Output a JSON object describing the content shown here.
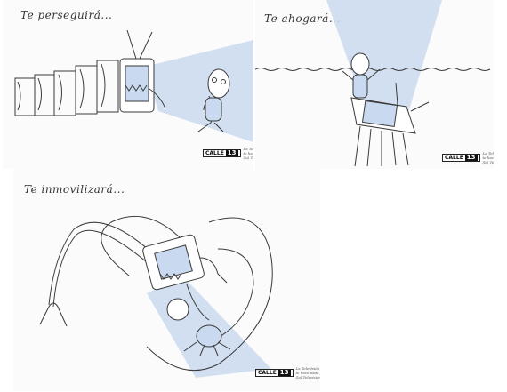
{
  "panels": [
    {
      "caption": "Te perseguirá..."
    },
    {
      "caption": "Te ahogará..."
    },
    {
      "caption": "Te inmovilizará..."
    }
  ],
  "logo": {
    "brand": "CALLE",
    "number": "13",
    "note": "La Televisión no te hace nada y (la) Televisión"
  },
  "colors": {
    "tv_blue": "#c9d9ef",
    "line": "#3a3a3a",
    "background": "#fbfbfb"
  }
}
